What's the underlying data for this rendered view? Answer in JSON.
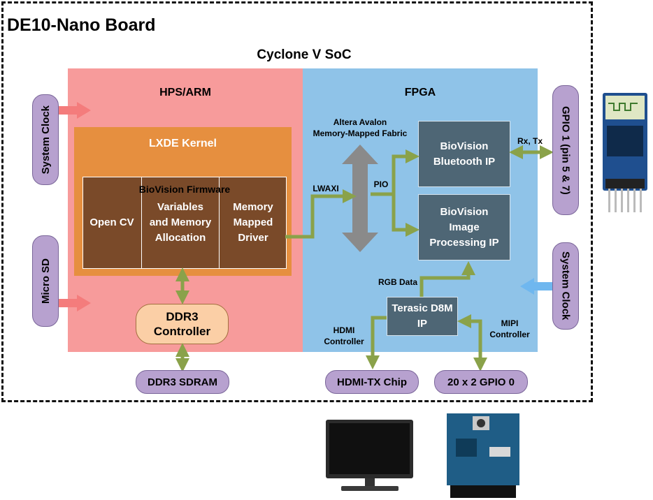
{
  "board": {
    "title": "DE10-Nano Board"
  },
  "soc": {
    "title": "Cyclone V SoC"
  },
  "hps": {
    "title": "HPS/ARM",
    "kernel": "LXDE Kernel",
    "firmware": {
      "title": "BioVision Firmware",
      "modules": [
        "Open CV",
        "Variables\nand Memory\nAllocation",
        "Memory\nMapped\nDriver"
      ]
    },
    "ddr3_controller": "DDR3\nController"
  },
  "fpga": {
    "title": "FPGA",
    "fabric": "Altera Avalon\nMemory-Mapped Fabric",
    "bluetooth_ip": "BioVision\nBluetooth IP",
    "image_ip": "BioVision\nImage\nProcessing IP",
    "d8m_ip": "Terasic D8M\nIP"
  },
  "labels": {
    "lwaxi": "LWAXI",
    "pio": "PIO",
    "rx_tx": "Rx, Tx",
    "rgb_data": "RGB Data",
    "hdmi_controller": "HDMI\nController",
    "mipi_controller": "MIPI\nController"
  },
  "external": {
    "system_clock_left": "System Clock",
    "micro_sd": "Micro SD",
    "gpio1": "GPIO 1 (pin 5 & 7)",
    "system_clock_right": "System Clock",
    "ddr3_sdram": "DDR3 SDRAM",
    "hdmi_tx": "HDMI-TX Chip",
    "gpio0": "20 x 2 GPIO 0"
  },
  "colors": {
    "hps_bg": "#f79b9b",
    "fpga_bg": "#8fc3e8",
    "kernel_bg": "#e68f3f",
    "firmware_bg": "#7a4a29",
    "ip_bg": "#4e6675",
    "bus": "#8aa24a",
    "pill": "#b7a1cf",
    "arrow_in_left": "#f47c7c",
    "arrow_in_right": "#6fb7ef"
  }
}
